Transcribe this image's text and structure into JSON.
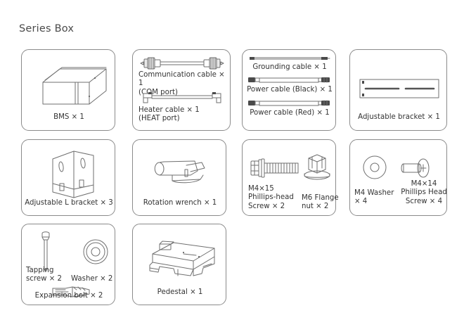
{
  "header": {
    "title": "Series Box"
  },
  "theme": {
    "background": "#ffffff",
    "card_border": "#8b8b8b",
    "text": "#333333",
    "title_text": "#4a4a4a",
    "line_art": "#6f6f6f"
  },
  "cards": [
    {
      "id": "bms",
      "icon": "bms-box-icon",
      "captions": [
        {
          "text": "BMS × 1",
          "align": "center"
        }
      ]
    },
    {
      "id": "cables-com-heat",
      "icon": "communication-cable-icon",
      "captions": [
        {
          "text": "Communication cable × 1\n(COM port)",
          "align": "left"
        },
        {
          "text": "Heater cable × 1\n(HEAT port)",
          "align": "left"
        }
      ]
    },
    {
      "id": "cables-power",
      "icon": "power-cable-icon",
      "captions": [
        {
          "text": "Grounding cable × 1",
          "align": "center"
        },
        {
          "text": "Power cable (Black) × 1",
          "align": "center"
        },
        {
          "text": "Power cable (Red) × 1",
          "align": "center"
        }
      ]
    },
    {
      "id": "adjustable-bracket",
      "icon": "adjustable-bracket-icon",
      "captions": [
        {
          "text": "Adjustable bracket × 1",
          "align": "center"
        }
      ]
    },
    {
      "id": "adjustable-l-bracket",
      "icon": "l-bracket-icon",
      "captions": [
        {
          "text": "Adjustable L bracket × 3",
          "align": "center"
        }
      ]
    },
    {
      "id": "rotation-wrench",
      "icon": "rotation-wrench-icon",
      "captions": [
        {
          "text": "Rotation wrench × 1",
          "align": "center"
        }
      ]
    },
    {
      "id": "screw-nut",
      "icon": "screw-and-flange-nut-icon",
      "captions": [
        {
          "text": "M4×15\nPhillips-head\nScrew × 2",
          "align": "left"
        },
        {
          "text": "M6 Flange\nnut × 2",
          "align": "left"
        }
      ]
    },
    {
      "id": "washer-screw",
      "icon": "washer-and-screw-icon",
      "captions": [
        {
          "text": "M4 Washer\n× 4",
          "align": "left"
        },
        {
          "text": "M4×14\nPhillips Head\nScrew × 4",
          "align": "center"
        }
      ]
    },
    {
      "id": "tapping-washer-bolt",
      "icon": "tapping-screw-icon",
      "captions": [
        {
          "text": "Tapping\nscrew × 2",
          "align": "left"
        },
        {
          "text": "Washer × 2",
          "align": "left"
        },
        {
          "text": "Expansion bolt × 2",
          "align": "center"
        }
      ]
    },
    {
      "id": "pedestal",
      "icon": "pedestal-icon",
      "captions": [
        {
          "text": "Pedestal × 1",
          "align": "center"
        }
      ]
    }
  ]
}
